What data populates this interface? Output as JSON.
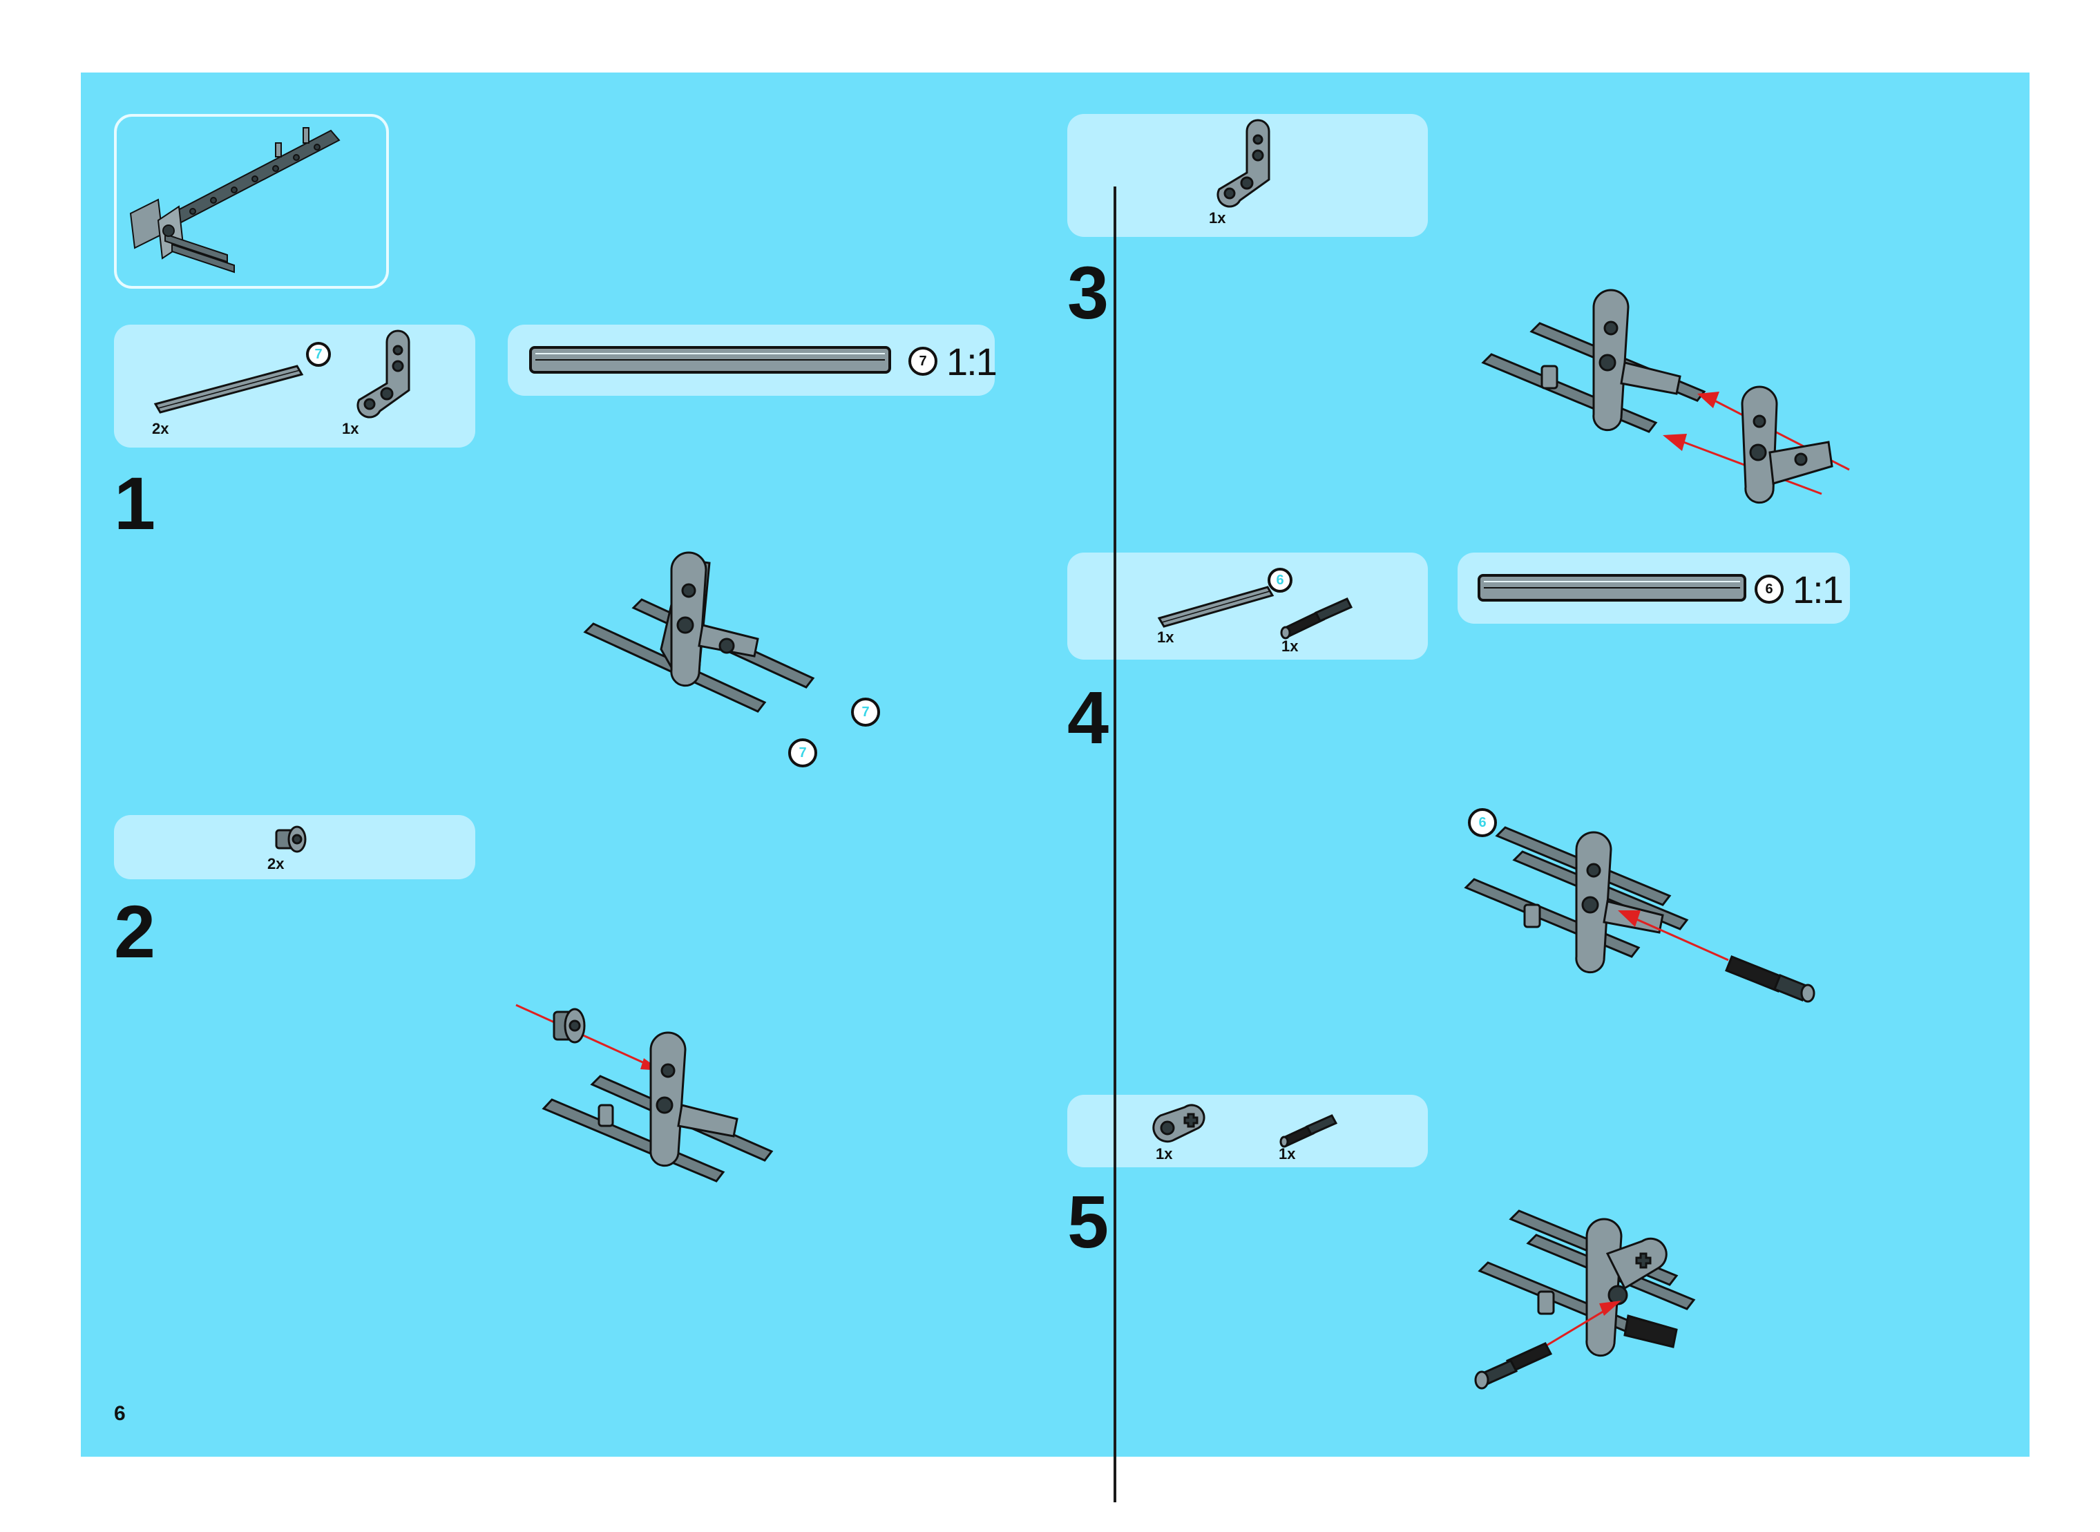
{
  "page": {
    "number": "6"
  },
  "colors": {
    "background": "#6ee0fb",
    "panel": "#b8efff",
    "arrow": "#e02020",
    "brick_gray": "#8a9aa0"
  },
  "steps": [
    {
      "number": "1",
      "parts": [
        {
          "icon": "axle-7-icon",
          "qty": "2x",
          "badge": "7"
        },
        {
          "icon": "l-beam-icon",
          "qty": "1x"
        }
      ],
      "scale_guide": {
        "badge": "7",
        "ratio": "1:1"
      },
      "callouts": [
        "7",
        "7"
      ]
    },
    {
      "number": "2",
      "parts": [
        {
          "icon": "bush-icon",
          "qty": "2x"
        }
      ]
    },
    {
      "number": "3",
      "parts": [
        {
          "icon": "l-beam-icon",
          "qty": "1x"
        }
      ]
    },
    {
      "number": "4",
      "parts": [
        {
          "icon": "axle-6-icon",
          "qty": "1x",
          "badge": "6"
        },
        {
          "icon": "axle-pin-icon",
          "qty": "1x"
        }
      ],
      "scale_guide": {
        "badge": "6",
        "ratio": "1:1"
      },
      "callouts": [
        "6"
      ]
    },
    {
      "number": "5",
      "parts": [
        {
          "icon": "cross-block-icon",
          "qty": "1x"
        },
        {
          "icon": "axle-pin-icon",
          "qty": "1x"
        }
      ]
    }
  ]
}
